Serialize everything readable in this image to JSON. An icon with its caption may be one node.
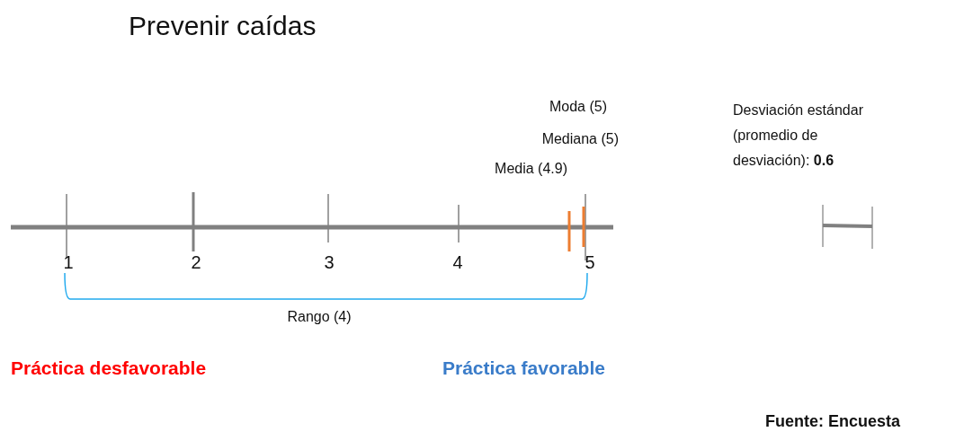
{
  "diagram": {
    "title": "Prevenir caídas",
    "labels": [
      "Moda (5)",
      "Mediana (5)",
      "Media (4.9)",
      "Desviación estándar (promedio de desviación): **0.6**",
      "1",
      "2",
      "3",
      "4",
      "5",
      "Rango (4)",
      "Práctica desfavorable",
      "Práctica favorable",
      "Fuente: Encuesta"
    ]
  }
}
